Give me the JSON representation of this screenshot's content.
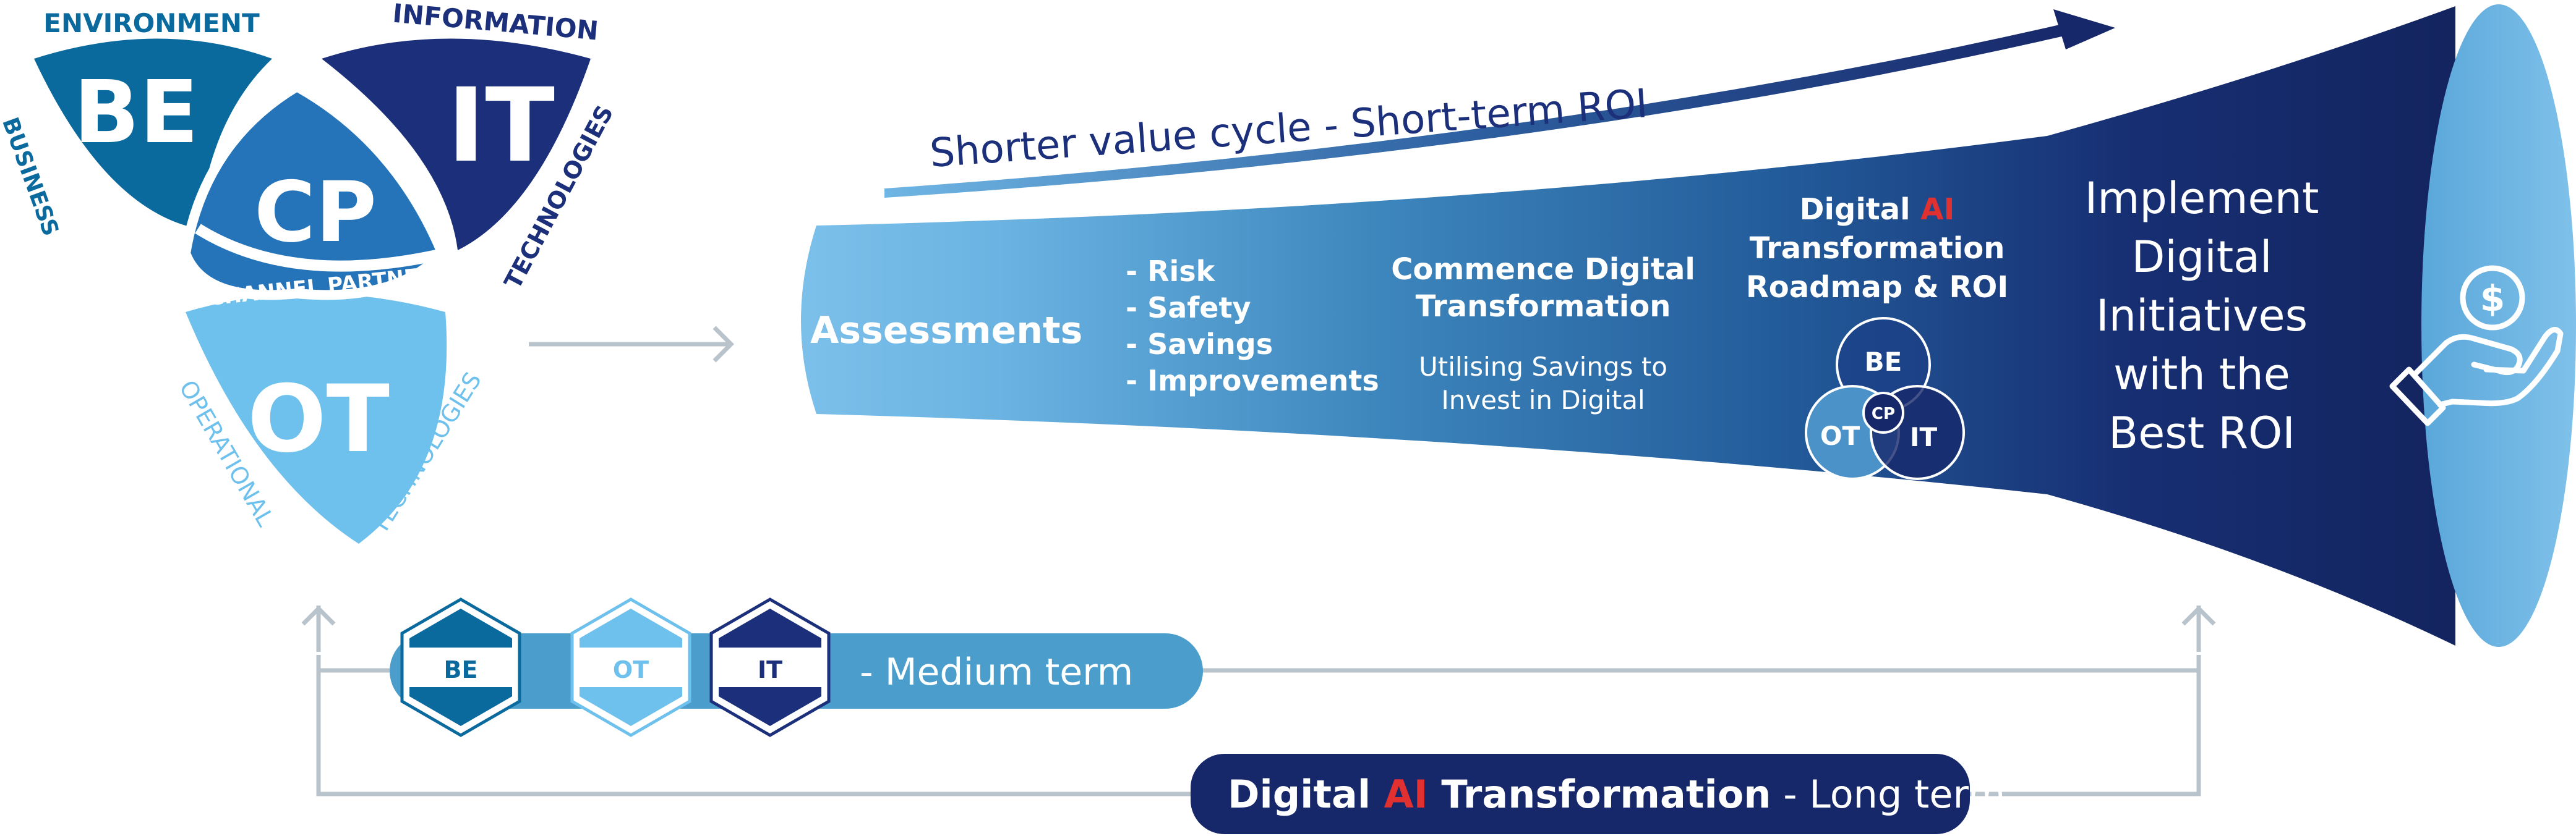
{
  "venn": {
    "be_letters": "BE",
    "it_letters": "IT",
    "cp_letters": "CP",
    "ot_letters": "OT",
    "environment": "ENVIRONMENT",
    "business": "BUSINESS",
    "information": "INFORMATION",
    "technologies_it": "TECHNOLOGIES",
    "channel_partner": "CHANNEL PARTNER",
    "operational": "OPERATIONAL",
    "technologies_ot": "TECHNOLOGIES"
  },
  "cycle_label": "Shorter value cycle - Short-term ROI",
  "funnel": {
    "assessments": "Assessments",
    "items": [
      "- Risk",
      "- Safety",
      "- Savings",
      "- Improvements"
    ],
    "commence_line1": "Commence Digital",
    "commence_line2": "Transformation",
    "utilising_line1": "Utilising Savings to",
    "utilising_line2": "Invest in Digital",
    "roadmap_digital": "Digital",
    "roadmap_ai": "AI",
    "roadmap_line2": "Transformation",
    "roadmap_line3": "Roadmap & ROI",
    "mini_be": "BE",
    "mini_ot": "OT",
    "mini_it": "IT",
    "mini_cp": "CP",
    "implement_lines": [
      "Implement",
      "Digital",
      "Initiatives",
      "with the",
      "Best ROI"
    ],
    "dollar_symbol": "$"
  },
  "medium_term": {
    "hex_be": "BE",
    "hex_ot": "OT",
    "hex_it": "IT",
    "label": "- Medium term"
  },
  "long_term": {
    "digital": "Digital",
    "ai": "AI",
    "transformation": "Transformation",
    "label": "- Long term"
  },
  "colors": {
    "be_blue": "#0a6a9e",
    "it_navy": "#1b2f7a",
    "cp_blue": "#2574b9",
    "ot_light": "#6ec1ec",
    "ai_red": "#e03030",
    "funnel_start": "#7cc0ea",
    "funnel_end": "#13245f",
    "medium_bar": "#4b9ecb",
    "long_bar": "#17286a"
  }
}
